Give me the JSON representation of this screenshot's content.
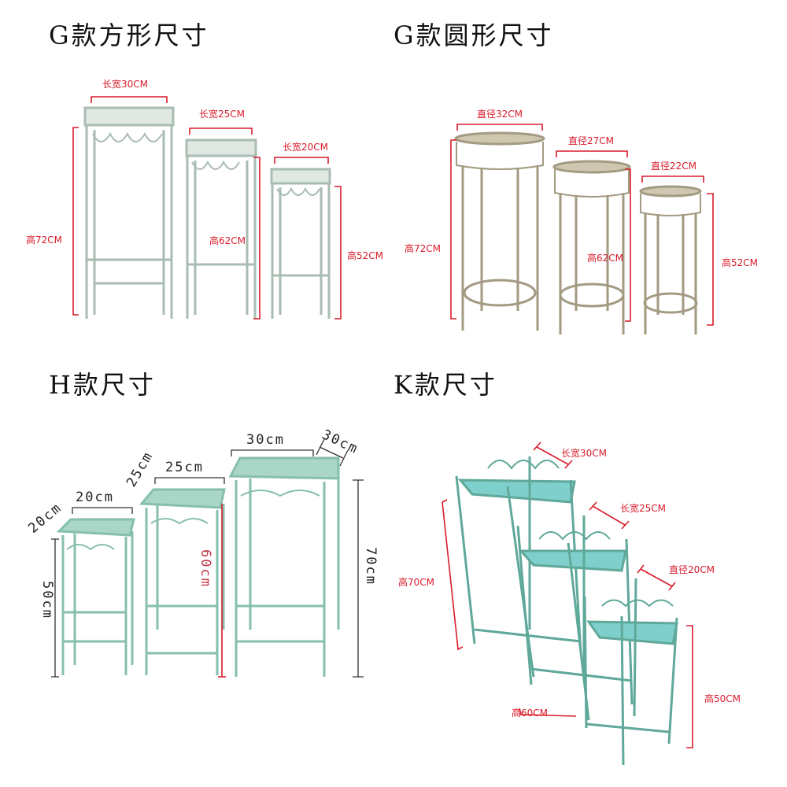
{
  "g_square": {
    "title": "G款方形尺寸",
    "stands": [
      {
        "size": "长宽30CM",
        "height": "高72CM"
      },
      {
        "size": "长宽25CM",
        "height": "高62CM"
      },
      {
        "size": "长宽20CM",
        "height": "高52CM"
      }
    ],
    "frame_color": "#b9c9c0"
  },
  "g_round": {
    "title": "G款圆形尺寸",
    "stands": [
      {
        "size": "直径32CM",
        "height": "高72CM"
      },
      {
        "size": "直径27CM",
        "height": "高62CM"
      },
      {
        "size": "直径22CM",
        "height": "高52CM"
      }
    ],
    "frame_color": "#a89f86"
  },
  "h_style": {
    "title": "H款尺寸",
    "stands": [
      {
        "width": "20cm",
        "depth": "20cm",
        "height": "50cm"
      },
      {
        "width": "25cm",
        "depth": "25cm",
        "height": "60cm"
      },
      {
        "width": "30cm",
        "depth": "30cm",
        "height": "70cm"
      }
    ],
    "frame_color": "#8cc4b0"
  },
  "k_style": {
    "title": "K款尺寸",
    "stands": [
      {
        "size": "长宽30CM",
        "height": "高70CM"
      },
      {
        "size": "长宽25CM",
        "height": "高60CM"
      },
      {
        "size": "直径20CM",
        "height": "高50CM"
      }
    ],
    "frame_color": "#5fa89a",
    "top_color": "#7fd0cc"
  },
  "dimension_color": "#d81b2a"
}
